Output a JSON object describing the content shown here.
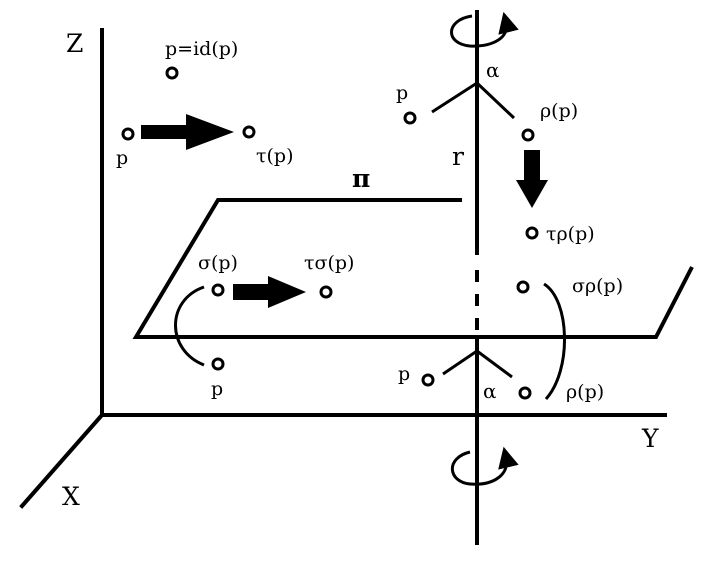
{
  "axes": {
    "x": "X",
    "y": "Y",
    "z": "Z"
  },
  "plane_label": "π",
  "axis_r_label": "r",
  "angle_label": "α",
  "identity": {
    "point": "p",
    "id_point": "p=id(p)",
    "tau_point": "τ(p)"
  },
  "rotation_top": {
    "point": "p",
    "rho": "ρ(p)",
    "tau_rho": "τρ(p)"
  },
  "reflection": {
    "sigma": "σ(p)",
    "tau_sigma": "τσ(p)",
    "point": "p"
  },
  "rotation_bottom": {
    "point": "p",
    "rho": "ρ(p)",
    "sigma_rho": "σρ(p)"
  },
  "colors": {
    "ink": "#000000",
    "background": "#ffffff"
  }
}
